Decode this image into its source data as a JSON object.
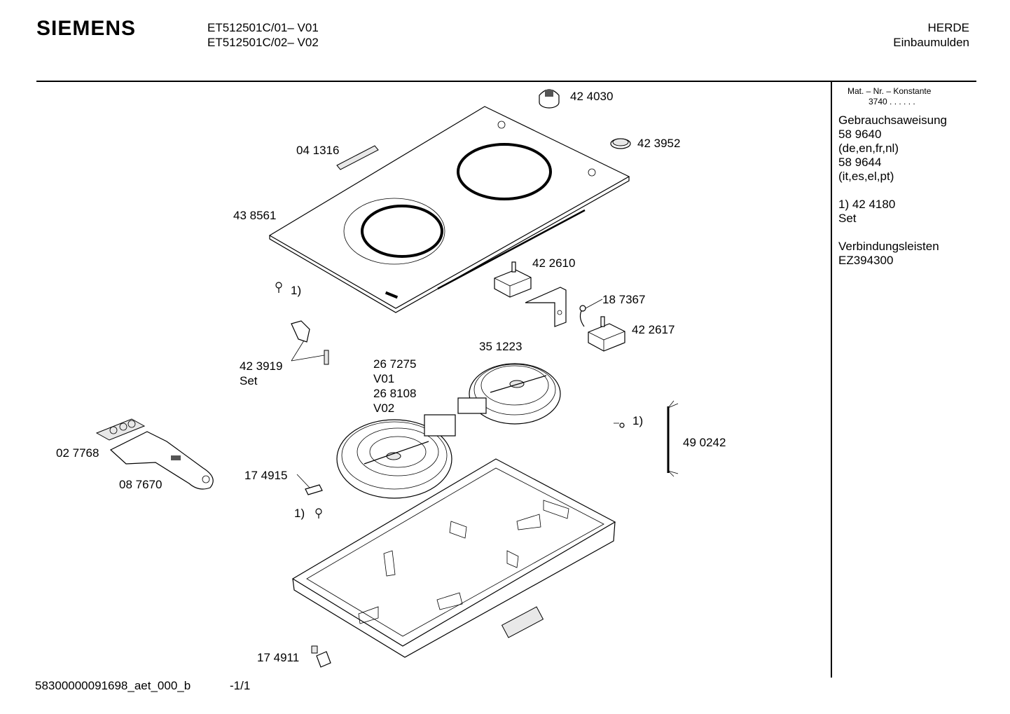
{
  "header": {
    "brand": "SIEMENS",
    "model_lines": [
      "ET512501C/01– V01",
      "ET512501C/02– V02"
    ],
    "category": "HERDE",
    "subcategory": "Einbaumulden"
  },
  "sidebar": {
    "mat_label": "Mat. – Nr. – Konstante",
    "mat_value": "3740  .  .  .  .  .  .",
    "lines": [
      "Gebrauchsaweisung",
      "58 9640",
      "(de,en,fr,nl)",
      "58 9644",
      "(it,es,el,pt)",
      "",
      "1)  42 4180",
      "     Set",
      "",
      "Verbindungsleisten",
      "EZ394300"
    ]
  },
  "parts": {
    "p424030": "42 4030",
    "p423952": "42 3952",
    "p041316": "04 1316",
    "p438561": "43 8561",
    "p422610": "42 2610",
    "p187367": "18 7367",
    "p422617": "42  2617",
    "p423919": "42 3919",
    "set": "Set",
    "p351223": "35 1223",
    "p267275": "26 7275",
    "v01": "V01",
    "p268108": "26 8108",
    "v02": "V02",
    "p027768": "02 7768",
    "p087670": "08 7670",
    "p174915": "17 4915",
    "p490242": "49 0242",
    "p174911": "17 4911",
    "note1": "1)"
  },
  "footer": {
    "doc_id": "58300000091698_aet_000_b",
    "page": "-1/1"
  }
}
